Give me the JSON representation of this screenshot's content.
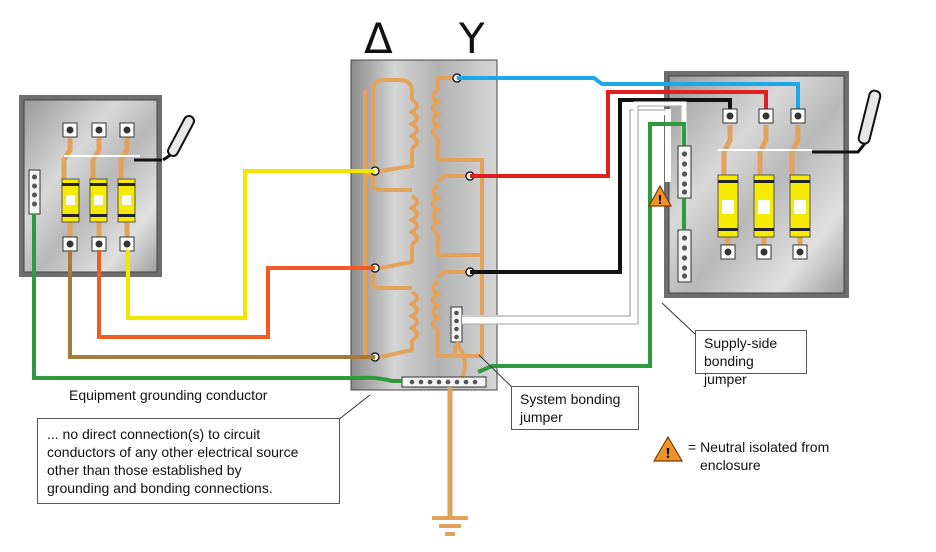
{
  "symbols": {
    "delta": "Δ",
    "wye": "Y"
  },
  "labels": {
    "egc": "Equipment grounding conductor",
    "supply_side_line1": "Supply-side",
    "supply_side_line2": "bonding jumper",
    "system_bonding_line1": "System bonding",
    "system_bonding_line2": "jumper",
    "legend_text_line1": "= Neutral isolated from",
    "legend_text_line2": "enclosure",
    "note_line1": "... no direct connection(s) to circuit",
    "note_line2": "conductors of any other electrical source",
    "note_line3": "other than those established by",
    "note_line4": "grounding and bonding connections."
  },
  "warning_glyph": "!",
  "colors": {
    "phase_blue": "#1ca8e8",
    "phase_red": "#e02020",
    "phase_black": "#111111",
    "phase_yellow": "#f2e600",
    "phase_orange": "#f05a23",
    "phase_brown": "#a87a3a",
    "ground_green": "#2e9a3e",
    "bonding_white": "#ffffff",
    "copper": "#e2a25a",
    "fuse_yellow": "#f5ea00",
    "warning_orange": "#f0932b"
  }
}
